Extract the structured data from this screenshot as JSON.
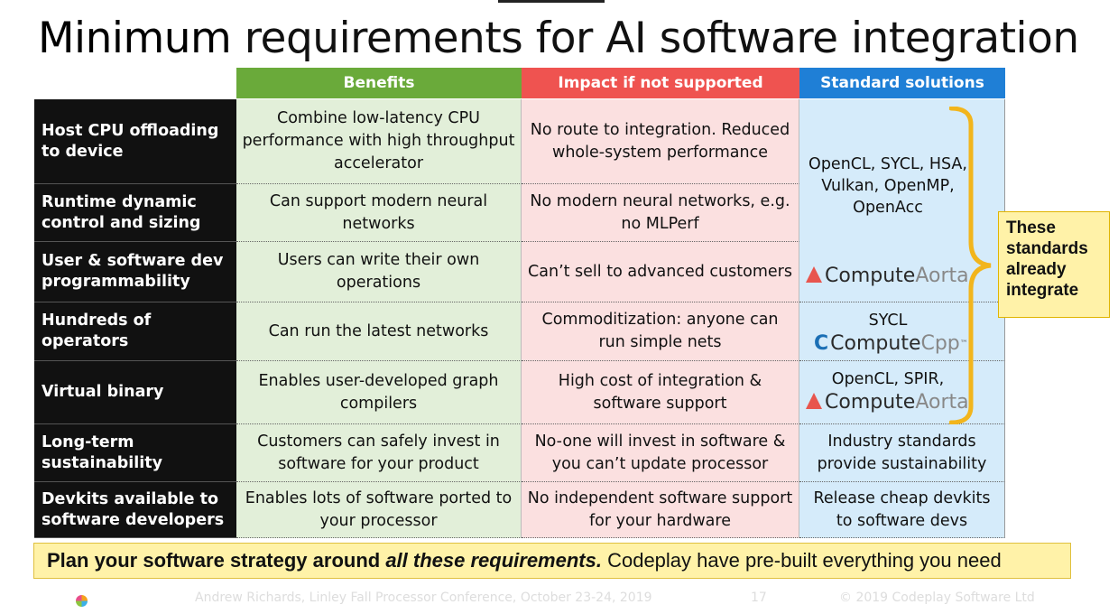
{
  "title": {
    "bold": "Minimum",
    "rest": " requirements for AI software integration"
  },
  "columns": {
    "benefits": {
      "label": "Benefits",
      "color": "#6aaa3a"
    },
    "impact": {
      "label": "Impact if not supported",
      "color": "#ef5350"
    },
    "standard": {
      "label": "Standard solutions",
      "color": "#1f7fd6"
    }
  },
  "rows": [
    {
      "head": "Host CPU offloading to device",
      "benefit": "Combine low-latency CPU performance with high throughput accelerator",
      "impact": "No route to integration. Reduced whole-system performance"
    },
    {
      "head": "Runtime dynamic control and sizing",
      "benefit": "Can support modern neural networks",
      "impact": "No modern neural networks, e.g. no MLPerf"
    },
    {
      "head": "User & software dev programmability",
      "benefit": "Users can write their own operations",
      "impact": "Can’t sell to advanced customers"
    },
    {
      "head": "Hundreds of operators",
      "benefit": "Can run the latest networks",
      "impact": "Commoditization: anyone can run simple nets"
    },
    {
      "head": "Virtual binary",
      "benefit": "Enables user-developed graph compilers",
      "impact": "High cost of integration & software support"
    },
    {
      "head": "Long-term sustainability",
      "benefit": "Customers can safely invest in software for your product",
      "impact": "No-one will invest in software & you can’t update processor",
      "standard": "Industry standards provide sustainability"
    },
    {
      "head": "Devkits available to software developers",
      "benefit": "Enables lots of software ported to your processor",
      "impact": "No independent software support for your hardware",
      "standard": "Release cheap devkits to software devs"
    }
  ],
  "standards_group1": {
    "text": "OpenCL, SYCL, HSA, Vulkan, OpenMP, OpenAcc",
    "logo_a": "Compute",
    "logo_b": "Aorta"
  },
  "standards_group2": {
    "text": "SYCL",
    "logo_a": "Compute",
    "logo_b": "Cpp",
    "tm": "™"
  },
  "standards_group3": {
    "text": "OpenCL, SPIR,",
    "logo_a": "Compute",
    "logo_b": "Aorta"
  },
  "callout": "These standards already integrate",
  "banner": {
    "bold": "Plan your software strategy around ",
    "italic": "all these requirements.",
    "rest": " Codeplay have pre-built everything you need"
  },
  "footer": {
    "brand": "codeplay",
    "brand_mark": "®",
    "credit": "Andrew Richards, Linley Fall Processor Conference, October 23-24, 2019",
    "page": "17",
    "copyright": "© 2019 Codeplay Software Ltd"
  }
}
